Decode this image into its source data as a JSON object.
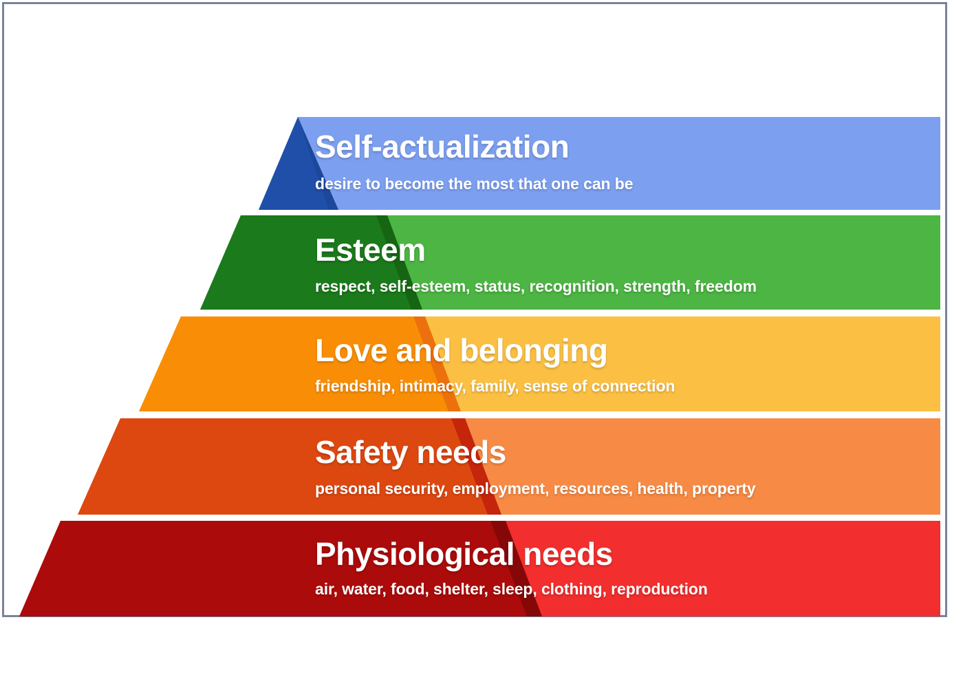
{
  "diagram": {
    "name": "maslow-hierarchy-of-needs-pyramid",
    "background_color": "#ffffff",
    "border_color": "#78839b",
    "text_color": "#ffffff"
  },
  "chart_data": {
    "type": "pyramid",
    "title": "",
    "levels": [
      {
        "rank": 5,
        "label": "Self-actualization",
        "description": "desire to become the most that one can be",
        "dark_color": "#1f4fa8",
        "light_color": "#7c9ff0"
      },
      {
        "rank": 4,
        "label": "Esteem",
        "description": "respect, self-esteem, status, recognition, strength, freedom",
        "dark_color": "#1b7a1b",
        "light_color": "#4cb543"
      },
      {
        "rank": 3,
        "label": "Love and belonging",
        "description": "friendship, intimacy, family, sense of connection",
        "dark_color": "#f98e06",
        "light_color": "#fbc043"
      },
      {
        "rank": 2,
        "label": "Safety needs",
        "description": "personal security, employment, resources, health, property",
        "dark_color": "#dd4810",
        "light_color": "#f78b45"
      },
      {
        "rank": 1,
        "label": "Physiological needs",
        "description": "air, water, food, shelter, sleep, clothing, reproduction",
        "dark_color": "#ab0b0b",
        "light_color": "#f22e2e"
      }
    ]
  }
}
